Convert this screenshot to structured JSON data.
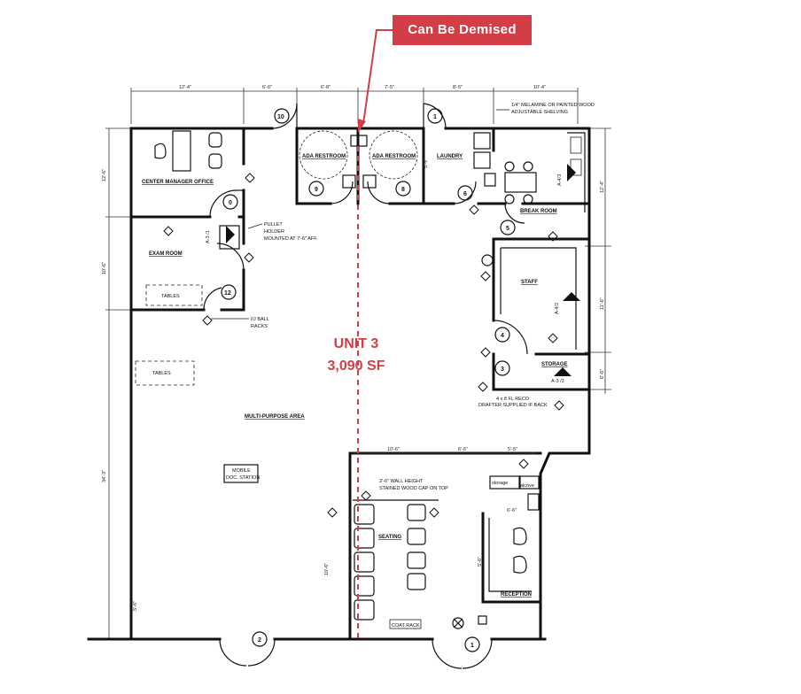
{
  "callout": {
    "label": "Can Be Demised",
    "color": "#d33d46"
  },
  "unit": {
    "title": "UNIT 3",
    "area": "3,090 SF"
  },
  "dimensions": {
    "top": [
      "12'-4\"",
      "6'-6\"",
      "6'-8\"",
      "7'-5\"",
      "8'-5\"",
      "10'-4\""
    ],
    "left": [
      "12'-6\"",
      "10'-6\"",
      "34'-3\""
    ],
    "right": [
      "12'-4\"",
      "11'-6\"",
      "6'-6\""
    ],
    "inner": [
      "10'-6\"",
      "6'-6\"",
      "5'-5\"",
      "6'-6\"",
      "5'-9\"",
      "10'-6\"",
      "5'-6\"",
      "5'-6\""
    ]
  },
  "rooms": {
    "center_manager_office": "CENTER MANAGER OFFICE",
    "ada_restroom_left": "ADA RESTROOM",
    "ada_restroom_right": "ADA RESTROOM",
    "laundry": "LAUNDRY",
    "break_room": "BREAK ROOM",
    "exam_room": "EXAM ROOM",
    "staff": "STAFF",
    "storage_right": "STORAGE",
    "multi_purpose": "MULTI-PURPOSE AREA",
    "seating": "SEATING",
    "reception": "RECEPTION",
    "storage_small": "storage"
  },
  "notes": {
    "shelving_1": "1/4\" MELAMINE OR PAINTED WOOD",
    "shelving_2": "ADJUSTABLE SHELVING",
    "pullet_1": "PULLET",
    "pullet_2": "HOLDER",
    "pullet_3": "MOUNTED AT 7'-6\" AFF.",
    "ball_1": "I/J BALL",
    "ball_2": "RACKS",
    "cooler_1": "4 x 8 FL RECO",
    "cooler_2": "DRAFTER SUPPLIED IF BACK",
    "tables_1": "TABLES",
    "tables_2": "TABLES",
    "mobile_1": "MOBILE",
    "mobile_2": "DOC. STATION",
    "wall_1": "3'-6\" WALL HEIGHT",
    "wall_2": "STAINED WOOD CAP ON TOP",
    "coat_rack": "COAT RACK",
    "alcove": "alcove"
  },
  "tags": {
    "d10": "10",
    "d1a": "1",
    "d9": "9",
    "d8": "8",
    "d6": "6",
    "d5": "5",
    "d4": "4",
    "d3": "3",
    "d12": "12",
    "d2": "2",
    "d1b": "1",
    "d0": "0",
    "a_left": "A-3 /1",
    "a_top": "A-4/3",
    "a_staff": "A-4/2",
    "a_stor": "A-3 /3"
  }
}
